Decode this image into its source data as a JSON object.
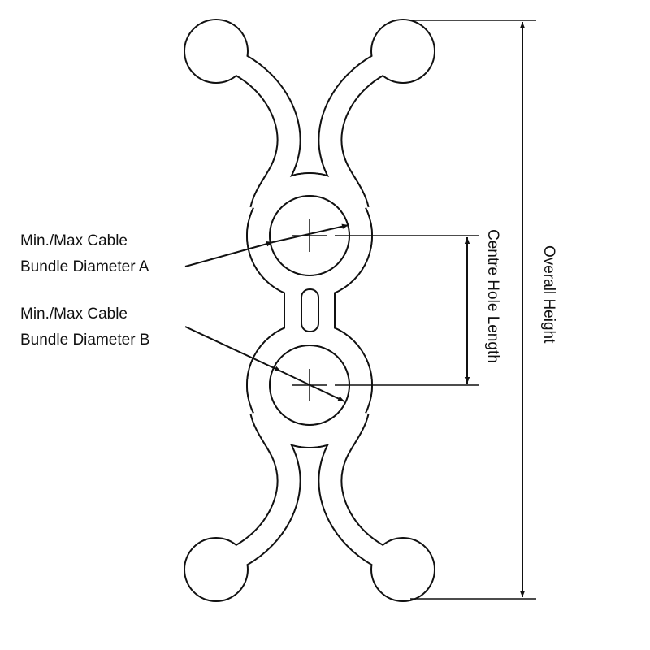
{
  "labels": {
    "diameter_a": [
      "Min./Max Cable",
      "Bundle Diameter A"
    ],
    "diameter_b": [
      "Min./Max Cable",
      "Bundle Diameter B"
    ],
    "centre_hole_length": "Centre Hole Length",
    "overall_height": "Overall Height"
  },
  "colors": {
    "line": "#111111",
    "background": "#ffffff"
  }
}
